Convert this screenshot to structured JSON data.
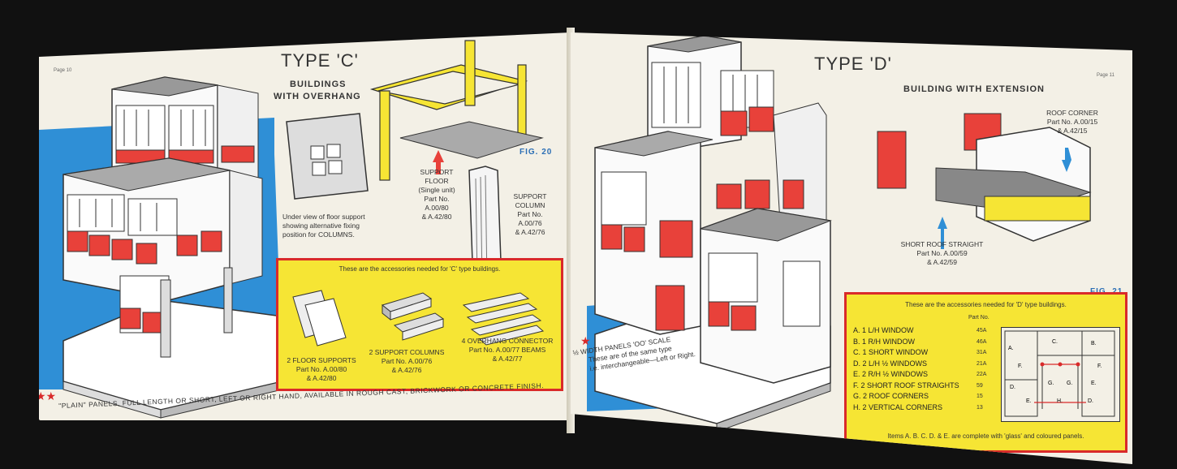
{
  "left_page": {
    "page_number": "Page 10",
    "title": "TYPE 'C'",
    "subtitle_line1": "BUILDINGS",
    "subtitle_line2": "WITH OVERHANG",
    "floor_view_caption": [
      "Under view of floor support",
      "showing alternative fixing",
      "position for COLUMNS."
    ],
    "support_floor": [
      "SUPPORT",
      "FLOOR",
      "(Single unit)",
      "Part No.",
      "A.00/80",
      "& A.42/80"
    ],
    "support_column": [
      "SUPPORT",
      "COLUMN",
      "Part No.",
      "A.00/76",
      "& A.42/76"
    ],
    "fig_label": "FIG. 20",
    "accessories_header": "These are the accessories needed for 'C' type buildings.",
    "accessory_floor": [
      "2 FLOOR SUPPORTS",
      "Part No. A.00/80",
      "& A.42/80"
    ],
    "accessory_columns": [
      "2 SUPPORT COLUMNS",
      "Part No. A.00/76",
      "& A.42/76"
    ],
    "accessory_beams": [
      "4 OVERHANG CONNECTOR",
      "Part No. A.00/77",
      "BEAMS",
      "& A.42/77"
    ],
    "stars": "★★",
    "footer": "\"PLAIN\" PANELS, FULL LENGTH OR SHORT, LEFT OR RIGHT HAND, AVAILABLE IN ROUGH CAST, BRICKWORK OR CONCRETE FINISH."
  },
  "right_page": {
    "page_number": "Page 11",
    "title": "TYPE 'D'",
    "subtitle": "BUILDING WITH EXTENSION",
    "roof_corner": [
      "ROOF CORNER",
      "Part No. A.00/15",
      "& A.42/15"
    ],
    "short_roof_straight": [
      "SHORT ROOF STRAIGHT",
      "Part No. A.00/59",
      "& A.42/59"
    ],
    "fig_label": "FIG. 21",
    "star": "★",
    "width_panels_note": [
      "½ WIDTH PANELS 'OO' SCALE",
      "These are of the same type",
      "i.e. interchangeable—Left or Right."
    ],
    "accessories_header": "These are the accessories needed for 'D' type buildings.",
    "part_no_header": "Part No.",
    "accessories": [
      {
        "label": "A. 1 L/H WINDOW",
        "part": "45A"
      },
      {
        "label": "B. 1 R/H WINDOW",
        "part": "46A"
      },
      {
        "label": "C. 1 SHORT WINDOW",
        "part": "31A"
      },
      {
        "label": "D. 2 L/H ½ WINDOWS",
        "part": "21A"
      },
      {
        "label": "E. 2 R/H ½ WINDOWS",
        "part": "22A"
      },
      {
        "label": "F. 2 SHORT ROOF STRAIGHTS",
        "part": "59"
      },
      {
        "label": "G. 2 ROOF CORNERS",
        "part": "15"
      },
      {
        "label": "H. 2 VERTICAL CORNERS",
        "part": "13"
      }
    ],
    "diagram_letters": [
      "A.",
      "C.",
      "B.",
      "F.",
      "F.",
      "D.",
      "G.",
      "G.",
      "E.",
      "E.",
      "H.",
      "D."
    ],
    "accessories_footer": "Items A. B. C. D. & E. are complete with 'glass' and coloured panels."
  },
  "colors": {
    "red": "#e8413a",
    "yellow": "#f6e534",
    "blue": "#2f8fd6",
    "paper": "#f3f0e6",
    "dark": "#222222"
  }
}
